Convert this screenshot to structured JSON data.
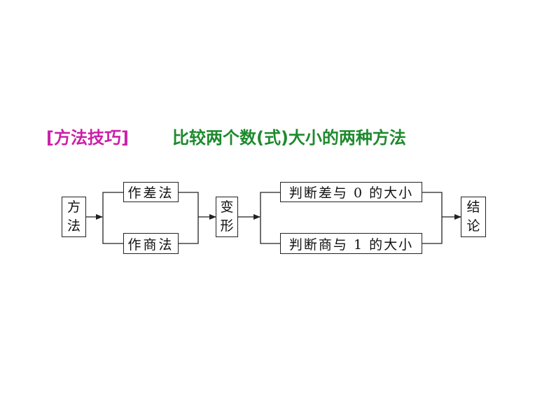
{
  "heading": {
    "tag": "[方法技巧]",
    "title": "比较两个数(式)大小的两种方法"
  },
  "diagram": {
    "start_box": [
      "方",
      "法"
    ],
    "upper_method": "作差法",
    "lower_method": "作商法",
    "middle_box": [
      "变",
      "形"
    ],
    "upper_judge": "判断差与 0 的大小",
    "lower_judge": "判断商与 1 的大小",
    "end_box": [
      "结",
      "论"
    ]
  },
  "colors": {
    "tag": "#cc1fa8",
    "title": "#1e8a2e",
    "lines": "#222222"
  }
}
